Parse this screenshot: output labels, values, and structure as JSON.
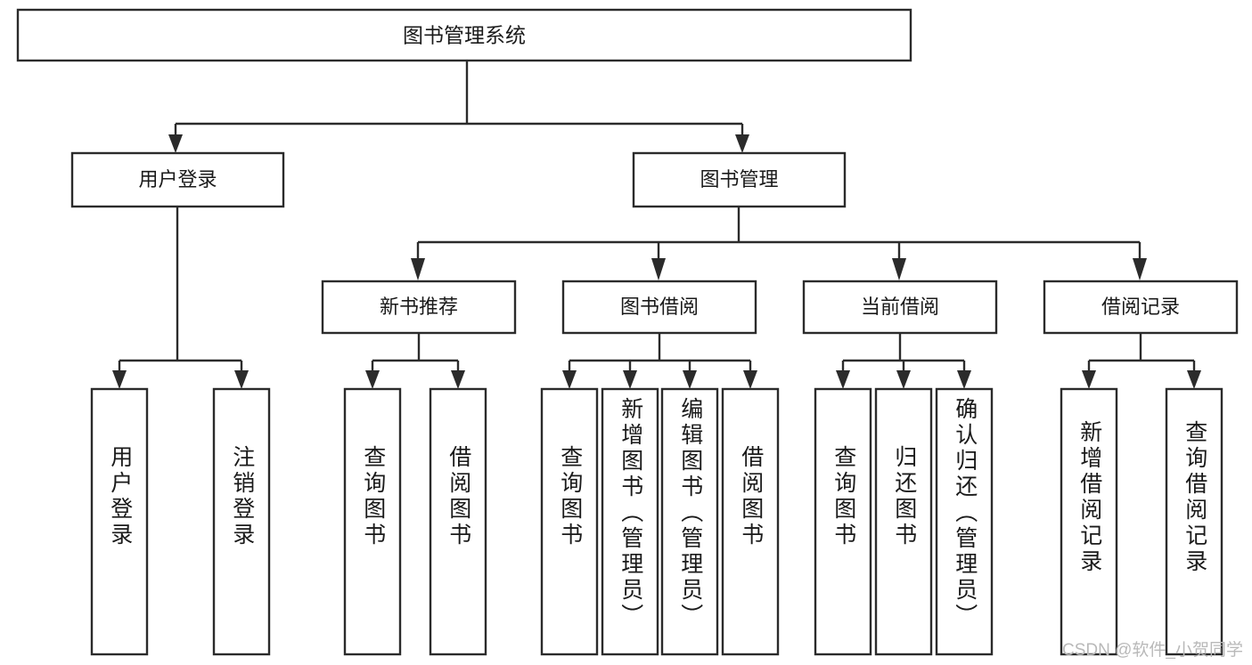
{
  "diagram": {
    "type": "tree",
    "title": "图书管理系统",
    "root": {
      "id": "root",
      "label": "图书管理系统"
    },
    "level2": [
      {
        "id": "user-login",
        "label": "用户登录"
      },
      {
        "id": "book-manage",
        "label": "图书管理"
      }
    ],
    "level3": [
      {
        "id": "new-book-recommend",
        "label": "新书推荐"
      },
      {
        "id": "book-borrow",
        "label": "图书借阅"
      },
      {
        "id": "current-borrow",
        "label": "当前借阅"
      },
      {
        "id": "borrow-record",
        "label": "借阅记录"
      }
    ],
    "leaves": {
      "user_login": [
        {
          "id": "leaf-user-login",
          "label": "用户登录"
        },
        {
          "id": "leaf-logout-login",
          "label": "注销登录"
        }
      ],
      "new_book_recommend": [
        {
          "id": "leaf-query-book-1",
          "label": "查询图书"
        },
        {
          "id": "leaf-borrow-book-1",
          "label": "借阅图书"
        }
      ],
      "book_borrow": [
        {
          "id": "leaf-query-book-2",
          "label": "查询图书"
        },
        {
          "id": "leaf-add-book",
          "label": "新增图书（管理员）"
        },
        {
          "id": "leaf-edit-book",
          "label": "编辑图书（管理员）"
        },
        {
          "id": "leaf-borrow-book-2",
          "label": "借阅图书"
        }
      ],
      "current_borrow": [
        {
          "id": "leaf-query-book-3",
          "label": "查询图书"
        },
        {
          "id": "leaf-return-book",
          "label": "归还图书"
        },
        {
          "id": "leaf-confirm-return",
          "label": "确认归还（管理员）"
        }
      ],
      "borrow_record": [
        {
          "id": "leaf-add-record",
          "label": "新增借阅记录"
        },
        {
          "id": "leaf-query-record",
          "label": "查询借阅记录"
        }
      ]
    },
    "colors": {
      "box_stroke": "#2b2b2b",
      "box_fill": "#ffffff",
      "text": "#1a1a1a",
      "connector": "#2b2b2b",
      "background": "#ffffff",
      "watermark": "#b9b9b9"
    }
  },
  "watermark": {
    "text": "CSDN @软件_小贺同学"
  }
}
